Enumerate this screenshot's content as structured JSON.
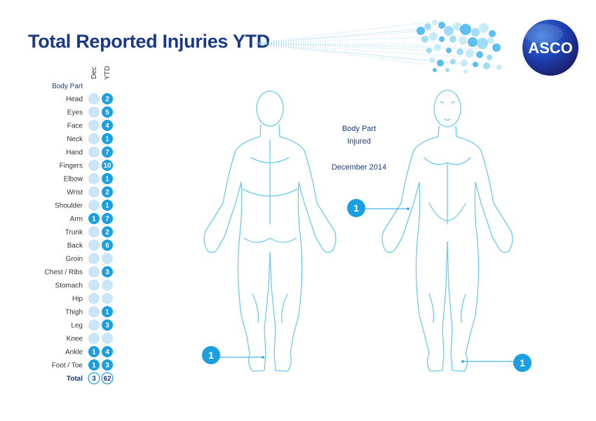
{
  "title": "Total Reported Injuries YTD",
  "logo_text": "ASCO",
  "info": {
    "line1": "Body Part",
    "line2": "Injured",
    "line3": "December 2014"
  },
  "colors": {
    "navy": "#1b3a83",
    "accent": "#1aa0e0",
    "empty": "#c8e6f6",
    "figure": "#6ccbf0"
  },
  "chart_data": {
    "type": "table",
    "columns": [
      "Dec",
      "YTD"
    ],
    "header_label": "Body Part",
    "rows": [
      {
        "part": "Head",
        "dec": null,
        "ytd": 2
      },
      {
        "part": "Eyes",
        "dec": null,
        "ytd": 5
      },
      {
        "part": "Face",
        "dec": null,
        "ytd": 4
      },
      {
        "part": "Neck",
        "dec": null,
        "ytd": 1
      },
      {
        "part": "Hand",
        "dec": null,
        "ytd": 7
      },
      {
        "part": "Fingers",
        "dec": null,
        "ytd": 10
      },
      {
        "part": "Elbow",
        "dec": null,
        "ytd": 1
      },
      {
        "part": "Wrist",
        "dec": null,
        "ytd": 2
      },
      {
        "part": "Shoulder",
        "dec": null,
        "ytd": 1
      },
      {
        "part": "Arm",
        "dec": 1,
        "ytd": 7
      },
      {
        "part": "Trunk",
        "dec": null,
        "ytd": 2
      },
      {
        "part": "Back",
        "dec": null,
        "ytd": 6
      },
      {
        "part": "Groin",
        "dec": null,
        "ytd": null
      },
      {
        "part": "Chest / Ribs",
        "dec": null,
        "ytd": 3
      },
      {
        "part": "Stomach",
        "dec": null,
        "ytd": null
      },
      {
        "part": "Hip",
        "dec": null,
        "ytd": null
      },
      {
        "part": "Thigh",
        "dec": null,
        "ytd": 1
      },
      {
        "part": "Leg",
        "dec": null,
        "ytd": 3
      },
      {
        "part": "Knee",
        "dec": null,
        "ytd": null
      },
      {
        "part": "Ankle",
        "dec": 1,
        "ytd": 4
      },
      {
        "part": "Foot / Toe",
        "dec": 1,
        "ytd": 3
      }
    ],
    "total": {
      "label": "Total",
      "dec": 3,
      "ytd": 62
    },
    "callouts": [
      {
        "location": "back-ankle",
        "value": 1
      },
      {
        "location": "front-arm",
        "value": 1
      },
      {
        "location": "front-foot",
        "value": 1
      }
    ]
  }
}
